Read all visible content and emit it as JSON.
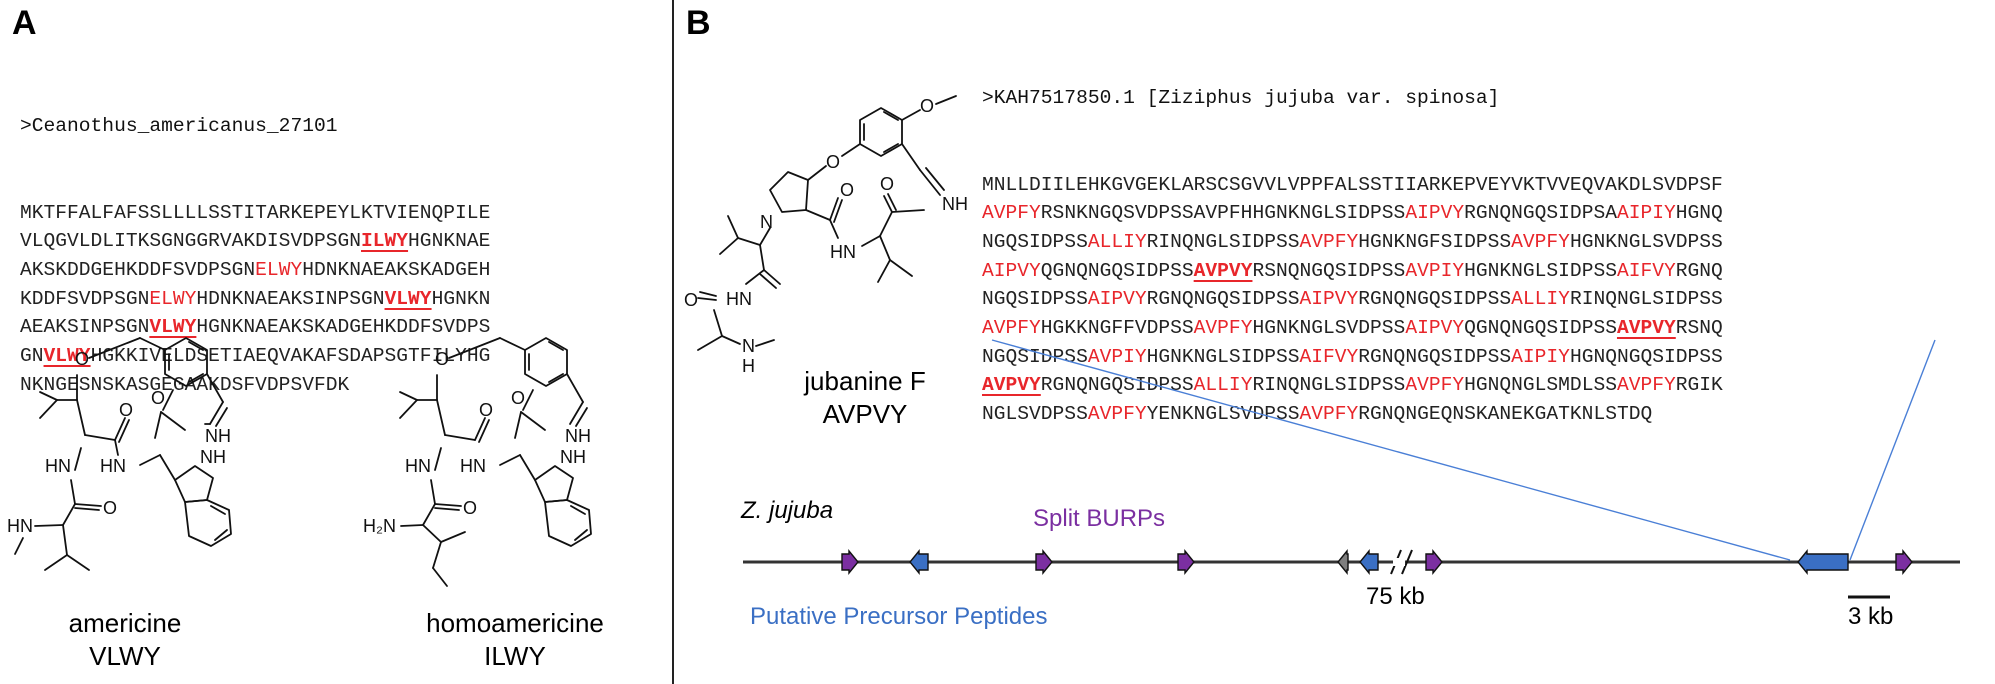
{
  "panel_a": {
    "letter": "A",
    "fasta_header": ">Ceanothus_americanus_27101",
    "lines": [
      [
        {
          "t": "MKTFFALFAFSSLLLLSSTITARKEPEYLKTVIENQPILE"
        }
      ],
      [
        {
          "t": "VLQGVLDLITKSGNGGRVAKDISVDPSGN"
        },
        {
          "t": "ILWY",
          "s": "motif"
        },
        {
          "t": "HGNKNAE"
        }
      ],
      [
        {
          "t": "AKSKDDGEHKDDFSVDPSGN"
        },
        {
          "t": "ELWY",
          "s": "red"
        },
        {
          "t": "HDNKNAEAKSKADGEH"
        }
      ],
      [
        {
          "t": "KDDFSVDPSGN"
        },
        {
          "t": "ELWY",
          "s": "red"
        },
        {
          "t": "HDNKNAEAKSINPSGN"
        },
        {
          "t": "VLWY",
          "s": "motif"
        },
        {
          "t": "HGNKN"
        }
      ],
      [
        {
          "t": "AEAKSINPSGN"
        },
        {
          "t": "VLWY",
          "s": "motif"
        },
        {
          "t": "HGNKNAEAKSKADGEHKDDFSVDPS"
        }
      ],
      [
        {
          "t": "GN"
        },
        {
          "t": "VLWY",
          "s": "motif"
        },
        {
          "t": "HGKKIVELDSETIAEQVAKAFSDAPSGTFILYHG"
        }
      ],
      [
        {
          "t": "NKNGESNSKASGEGAAKDSFVDPSVFDK"
        }
      ]
    ],
    "molecules": [
      {
        "name": "americine",
        "motif": "VLWY"
      },
      {
        "name": "homoamericine",
        "motif": "ILWY"
      }
    ],
    "atom_labels": {
      "o": "O",
      "nh": "NH",
      "hn": "HN",
      "h2n": "H₂N",
      "hn_me": "HN"
    }
  },
  "panel_b": {
    "letter": "B",
    "fasta_header": ">KAH7517850.1 [Ziziphus jujuba var. spinosa]",
    "lines": [
      [
        {
          "t": "MNLLDIILEHKGVGEKLARSCSGVVLVPPFALSSTIIARKEPVEYVKTVVEQVAKDLSVDPSF"
        }
      ],
      [
        {
          "t": "AVPFY",
          "s": "red"
        },
        {
          "t": "RSNKNGQSVDPSSAVPFHHGNKNGLSIDPSS"
        },
        {
          "t": "AIPVY",
          "s": "red"
        },
        {
          "t": "RGNQNGQSIDPSA"
        },
        {
          "t": "AIPIY",
          "s": "red"
        },
        {
          "t": "HGNQ"
        }
      ],
      [
        {
          "t": "NGQSIDPSS"
        },
        {
          "t": "ALLIY",
          "s": "red"
        },
        {
          "t": "RINQNGLSIDPSS"
        },
        {
          "t": "AVPFY",
          "s": "red"
        },
        {
          "t": "HGNKNGFSIDPSS"
        },
        {
          "t": "AVPFY",
          "s": "red"
        },
        {
          "t": "HGNKNGLSVDPSS"
        }
      ],
      [
        {
          "t": "AIPVY",
          "s": "red"
        },
        {
          "t": "QGNQNGQSIDPSS"
        },
        {
          "t": "AVPVY",
          "s": "motif"
        },
        {
          "t": "RSNQNGQSIDPSS"
        },
        {
          "t": "AVPIY",
          "s": "red"
        },
        {
          "t": "HGNKNGLSIDPSS"
        },
        {
          "t": "AIFVY",
          "s": "red"
        },
        {
          "t": "RGNQ"
        }
      ],
      [
        {
          "t": "NGQSIDPSS"
        },
        {
          "t": "AIPVY",
          "s": "red"
        },
        {
          "t": "RGNQNGQSIDPSS"
        },
        {
          "t": "AIPVY",
          "s": "red"
        },
        {
          "t": "RGNQNGQSIDPSS"
        },
        {
          "t": "ALLIY",
          "s": "red"
        },
        {
          "t": "RINQNGLSIDPSS"
        }
      ],
      [
        {
          "t": "AVPFY",
          "s": "red"
        },
        {
          "t": "HGKKNGFFVDPSS"
        },
        {
          "t": "AVPFY",
          "s": "red"
        },
        {
          "t": "HGNKNGLSVDPSS"
        },
        {
          "t": "AIPVY",
          "s": "red"
        },
        {
          "t": "QGNQNGQSIDPSS"
        },
        {
          "t": "AVPVY",
          "s": "motif"
        },
        {
          "t": "RSNQ"
        }
      ],
      [
        {
          "t": "NGQSIDPSS"
        },
        {
          "t": "AVPIY",
          "s": "red"
        },
        {
          "t": "HGNKNGLSIDPSS"
        },
        {
          "t": "AIFVY",
          "s": "red"
        },
        {
          "t": "RGNQNGQSIDPSS"
        },
        {
          "t": "AIPIY",
          "s": "red"
        },
        {
          "t": "HGNQNGQSIDPSS"
        }
      ],
      [
        {
          "t": "AVPVY",
          "s": "motif"
        },
        {
          "t": "RGNQNGQSIDPSS"
        },
        {
          "t": "ALLIY",
          "s": "red"
        },
        {
          "t": "RINQNGLSIDPSS"
        },
        {
          "t": "AVPFY",
          "s": "red"
        },
        {
          "t": "HGNQNGLSMDLSS"
        },
        {
          "t": "AVPFY",
          "s": "red"
        },
        {
          "t": "RGIK"
        }
      ],
      [
        {
          "t": "NGLSVDPSS"
        },
        {
          "t": "AVPFY",
          "s": "red"
        },
        {
          "t": "YENKNGLSVDPSS"
        },
        {
          "t": "AVPFY",
          "s": "red"
        },
        {
          "t": "RGNQNGEQNSKANEKGATKNLSTDQ"
        }
      ]
    ],
    "molecule": {
      "name": "jubanine F",
      "motif": "AVPVY"
    },
    "atom_labels": {
      "o": "O",
      "nh": "NH",
      "hn": "HN",
      "n": "N",
      "h": "H"
    },
    "genome": {
      "organism": "Z. jujuba",
      "legend_burp": "Split BURPs",
      "legend_precursor": "Putative Precursor Peptides",
      "gap_label": "75 kb",
      "scale_label": "3 kb"
    },
    "colors": {
      "burp": "#7b2fa1",
      "precursor": "#3a6fc4",
      "other": "#7f7f7f",
      "connector": "#4a7fd6",
      "highlight": "#e8262b"
    }
  }
}
